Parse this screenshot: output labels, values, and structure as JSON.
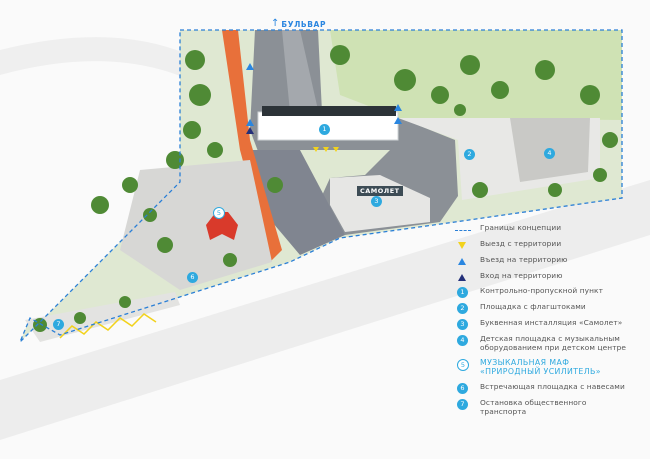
{
  "street_label": "БУЛЬВАР",
  "sign_text": "САМОЛЕТ",
  "plan_markers": [
    "1",
    "2",
    "3",
    "4",
    "5",
    "6",
    "7"
  ],
  "colors": {
    "accent": "#2ea9df",
    "boundary": "#2a7fd6",
    "exit_marker": "#f2d21c",
    "entry_marker": "#2a86e0",
    "pedestrian_marker": "#24307a",
    "bike_path": "#e8703a"
  },
  "legend": [
    {
      "key": "dashed-line",
      "text": "Границы концепции"
    },
    {
      "key": "yellow-triangle",
      "text": "Выезд с территории"
    },
    {
      "key": "blue-triangle",
      "text": "Въезд на территорию"
    },
    {
      "key": "navy-triangle",
      "text": "Вход на территорию"
    },
    {
      "key": "1",
      "text": "Контрольно-пропускной пункт"
    },
    {
      "key": "2",
      "text": "Площадка с флагштоками"
    },
    {
      "key": "3",
      "text": "Буквенная инсталляция «Самолет»"
    },
    {
      "key": "4",
      "text": "Детская площадка с музыкальным оборудованием при детском центре"
    },
    {
      "key": "5",
      "text": "МУЗЫКАЛЬНАЯ МАФ «ПРИРОДНЫЙ УСИЛИТЕЛЬ»"
    },
    {
      "key": "6",
      "text": "Встречающая площадка с навесами"
    },
    {
      "key": "7",
      "text": "Остановка общественного транспорта"
    }
  ]
}
